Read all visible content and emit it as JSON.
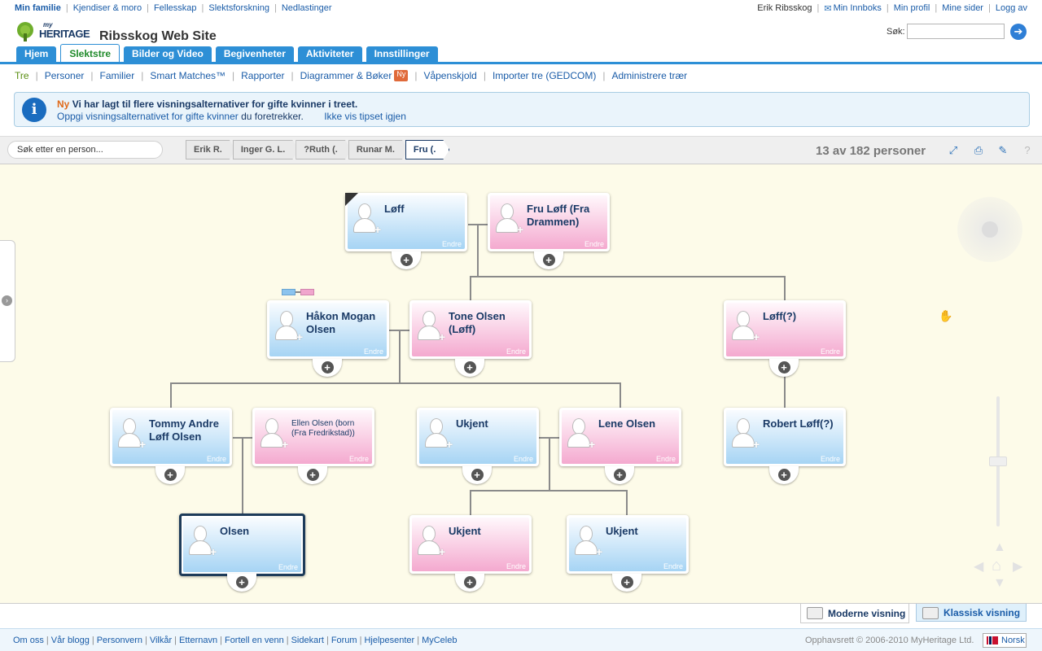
{
  "topbar": {
    "left": [
      "Min familie",
      "Kjendiser & moro",
      "Fellesskap",
      "Slektsforskning",
      "Nedlastinger"
    ],
    "user": "Erik Ribsskog",
    "inbox": "Min Innboks",
    "right": [
      "Min profil",
      "Mine sider",
      "Logg av"
    ]
  },
  "header": {
    "logo_small": "my",
    "logo_text": "HERITAGE",
    "site_title": "Ribsskog Web Site",
    "search_label": "Søk:",
    "search_value": ""
  },
  "tabs": [
    "Hjem",
    "Slektstre",
    "Bilder og Video",
    "Begivenheter",
    "Aktiviteter",
    "Innstillinger"
  ],
  "subnav": {
    "items": [
      "Tre",
      "Personer",
      "Familier",
      "Smart Matches™",
      "Rapporter",
      "Diagrammer & Bøker",
      "Våpenskjold",
      "Importer tre (GEDCOM)",
      "Administrere trær"
    ],
    "badge": "Ny"
  },
  "notice": {
    "ny": "Ny",
    "message": "Vi har lagt til flere visningsalternativer for gifte kvinner i treet.",
    "link": "Oppgi visningsalternativet for gifte kvinner",
    "suffix": "du foretrekker.",
    "dismiss": "Ikke vis tipset igjen"
  },
  "toolbar": {
    "search_placeholder": "Søk etter en person...",
    "breadcrumbs": [
      "Erik R.",
      "Inger G. L.",
      "?Ruth (.",
      "Runar M.",
      "Fru (."
    ],
    "count": "13 av 182 personer"
  },
  "tree": {
    "edit_label": "Endre",
    "people": [
      {
        "name": "Løff",
        "gender": "m"
      },
      {
        "name": "Fru  Løff (Fra Drammen)",
        "gender": "f"
      },
      {
        "name": "Håkon Mogan Olsen",
        "gender": "m"
      },
      {
        "name": "Tone Olsen (Løff)",
        "gender": "f"
      },
      {
        "name": "Løff(?)",
        "gender": "f"
      },
      {
        "name": "Tommy Andre Løff Olsen",
        "gender": "m"
      },
      {
        "name": "Ellen Olsen (born (Fra Fredrikstad))",
        "gender": "f"
      },
      {
        "name": "Ukjent",
        "gender": "m"
      },
      {
        "name": "Lene  Olsen",
        "gender": "f"
      },
      {
        "name": "Robert Løff(?)",
        "gender": "m"
      },
      {
        "name": "Olsen",
        "gender": "m"
      },
      {
        "name": "Ukjent",
        "gender": "f"
      },
      {
        "name": "Ukjent",
        "gender": "m"
      }
    ]
  },
  "views": {
    "modern": "Moderne visning",
    "classic": "Klassisk visning"
  },
  "footer": {
    "links": [
      "Om oss",
      "Vår blogg",
      "Personvern",
      "Vilkår",
      "Etternavn",
      "Fortell en venn",
      "Sidekart",
      "Forum",
      "Hjelpesenter",
      "MyCeleb"
    ],
    "copyright": "Opphavsrett © 2006-2010 MyHeritage Ltd.",
    "language": "Norsk"
  },
  "colors": {
    "accent_blue": "#2d8fd6",
    "male_card": "#a6d4f4",
    "female_card": "#f4a9cf",
    "canvas_bg": "#fdfbe9"
  }
}
